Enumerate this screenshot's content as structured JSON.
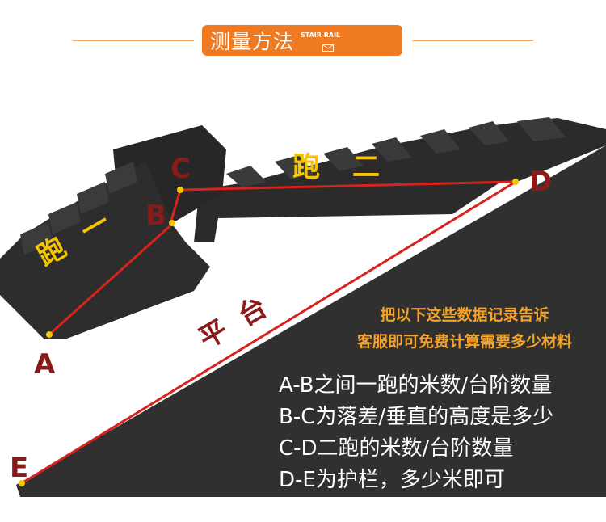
{
  "header": {
    "title": "测量方法",
    "subtitle": "STAIR RAIL"
  },
  "diagram": {
    "labels": {
      "a": "A",
      "b": "B",
      "c": "C",
      "d": "D",
      "e": "E"
    },
    "run_one": "跑一",
    "run_two": "跑二",
    "ground": "平台"
  },
  "notes": [
    "把以下这些数据记录告诉",
    "客服即可免费计算需要多少材料"
  ],
  "descriptions": [
    "A-B之间一跑的米数/台阶数量",
    "B-C为落差/垂直的高度是多少",
    "C-D二跑的米数/台阶数量",
    "D-E为护栏，多少米即可"
  ],
  "colors": {
    "accent": "#f07a22",
    "label_red": "#8b1a1a",
    "line_red": "#d9221c",
    "stair_dark": "#2e2e2e",
    "note_yellow": "#f5a32a",
    "run_yellow": "#f6c500"
  }
}
